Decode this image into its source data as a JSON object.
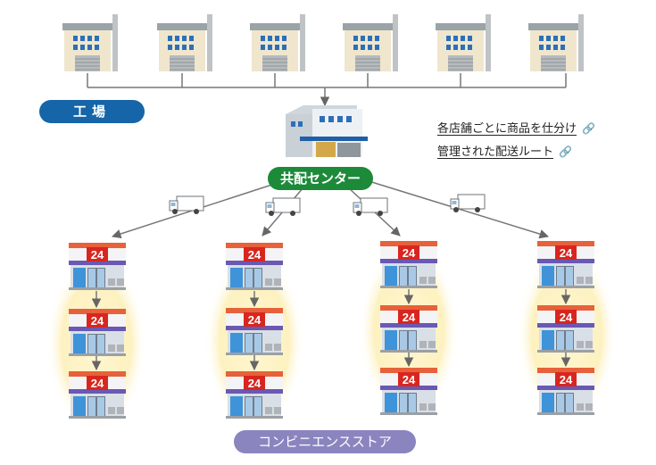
{
  "labels": {
    "factory": "工場",
    "distribution_center": "共配センター",
    "convenience_store": "コンビニエンスストア",
    "store_sign": "24"
  },
  "annotations": [
    {
      "text": "各店舗ごとに商品を仕分け",
      "icon": "link-icon"
    },
    {
      "text": "管理された配送ルート",
      "icon": "link-icon"
    }
  ],
  "colors": {
    "factory_pill": "#1565a8",
    "center_pill": "#1d8a3a",
    "store_pill": "#8a85bf",
    "store_red": "#d8261f",
    "store_purple": "#5b4aa8",
    "store_glow": "#fbf3c6",
    "line": "#777777"
  }
}
